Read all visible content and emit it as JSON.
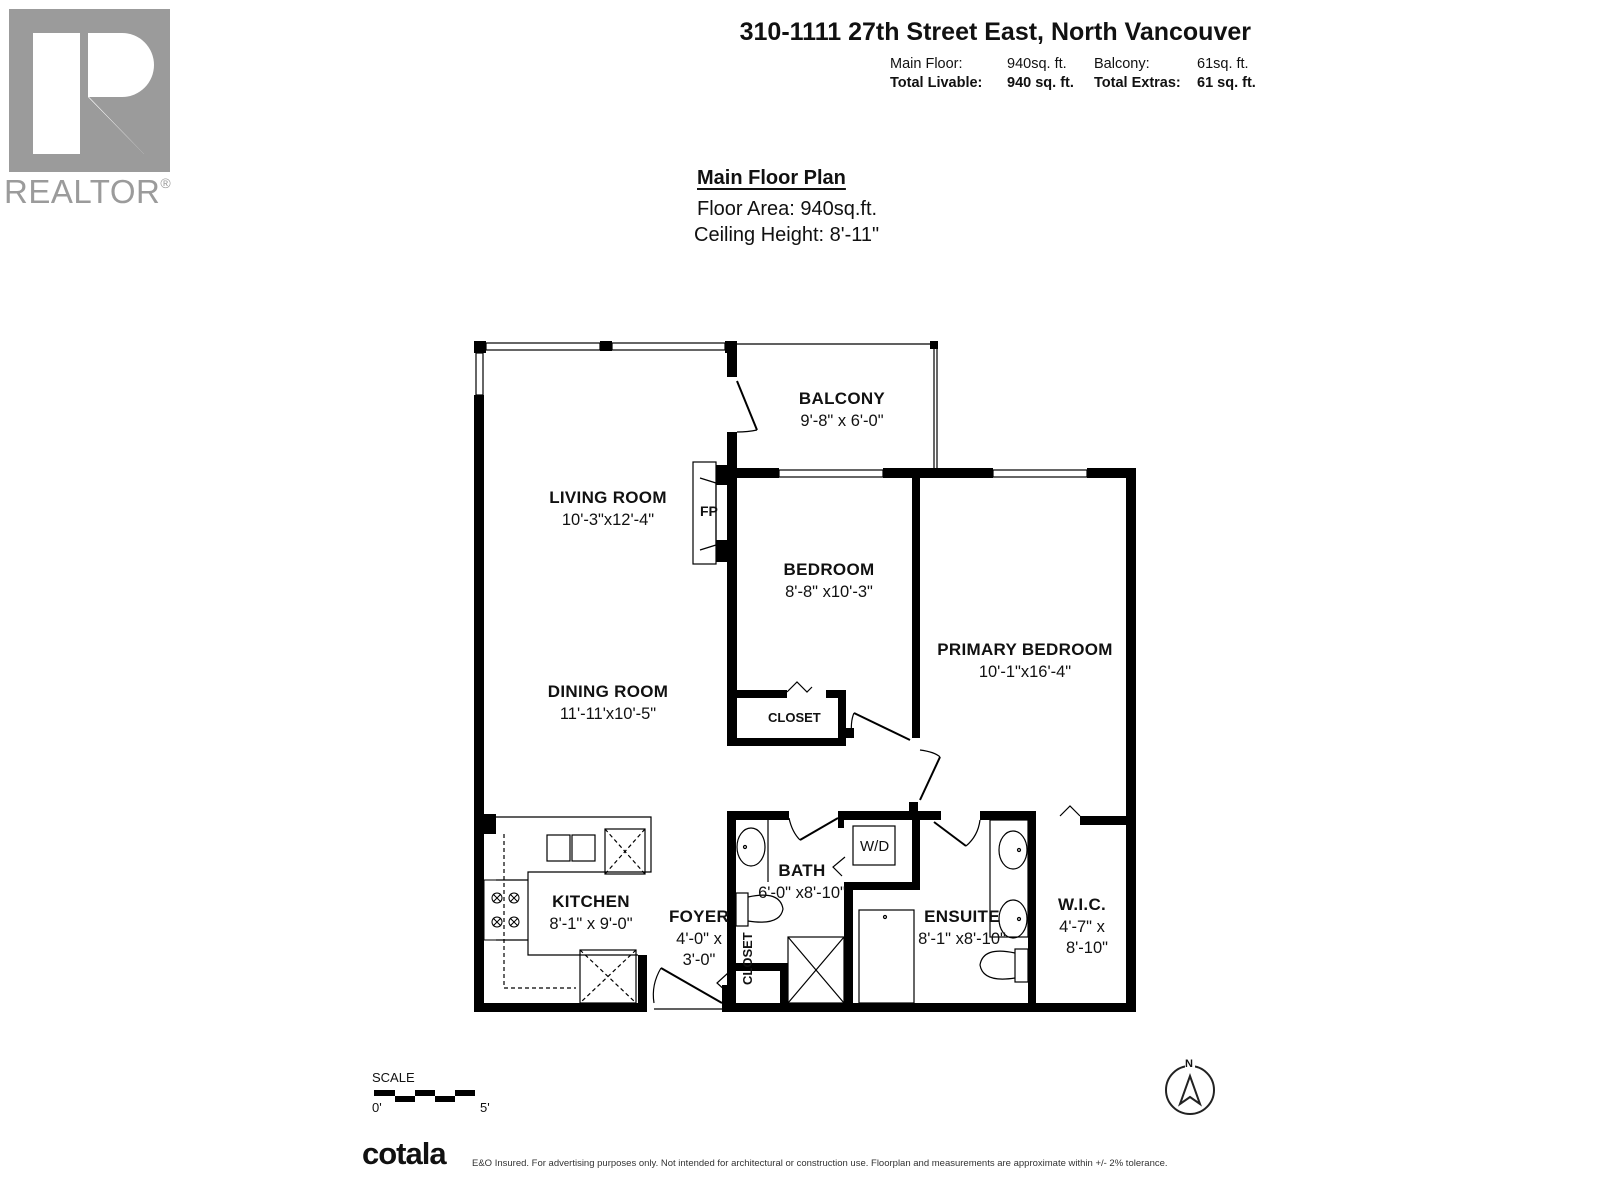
{
  "logo": {
    "text": "REALTOR",
    "registered_mark": "®",
    "color": "#9b9b9b"
  },
  "header": {
    "address": "310-1111 27th Street East, North Vancouver",
    "stats": [
      {
        "label": "Main Floor:",
        "value": "940sq. ft.",
        "label2": "Balcony:",
        "value2": "61sq. ft.",
        "bold": false
      },
      {
        "label": "Total Livable:",
        "value": "940 sq. ft.",
        "label2": "Total Extras:",
        "value2": "61 sq. ft.",
        "bold": true
      }
    ]
  },
  "plan": {
    "title": "Main Floor Plan",
    "floor_area": "Floor Area: 940sq.ft.",
    "ceiling_height": "Ceiling Height: 8'-11\""
  },
  "rooms": [
    {
      "name": "BALCONY",
      "dim": "9'-8\" x 6'-0\""
    },
    {
      "name": "LIVING ROOM",
      "dim": "10'-3\"x12'-4\""
    },
    {
      "name": "BEDROOM",
      "dim": "8'-8\" x10'-3\""
    },
    {
      "name": "PRIMARY BEDROOM",
      "dim": "10'-1\"x16'-4\""
    },
    {
      "name": "DINING ROOM",
      "dim": "11'-11'x10'-5\""
    },
    {
      "name": "KITCHEN",
      "dim": "8'-1\" x 9'-0\""
    },
    {
      "name": "FOYER",
      "dim": "4'-0\" x",
      "dim2": "3'-0\""
    },
    {
      "name": "BATH",
      "dim": "6'-0\" x8'-10\""
    },
    {
      "name": "ENSUITE",
      "dim": "8'-1\" x8'-10\""
    },
    {
      "name": "W.I.C.",
      "dim": "4'-7\" x",
      "dim2": "8'-10\""
    }
  ],
  "fixtures": {
    "fireplace": "FP",
    "washer_dryer": "W/D",
    "bedroom_closet": "CLOSET",
    "foyer_closet": "CLOSET"
  },
  "scale": {
    "label": "SCALE",
    "start": "0'",
    "end": "5'"
  },
  "compass": {
    "label": "N"
  },
  "footer": {
    "brand": "cotala",
    "disclaimer": "E&O Insured. For advertising purposes only. Not intended for architectural or construction use. Floorplan and measurements are approximate within +/- 2% tolerance."
  }
}
